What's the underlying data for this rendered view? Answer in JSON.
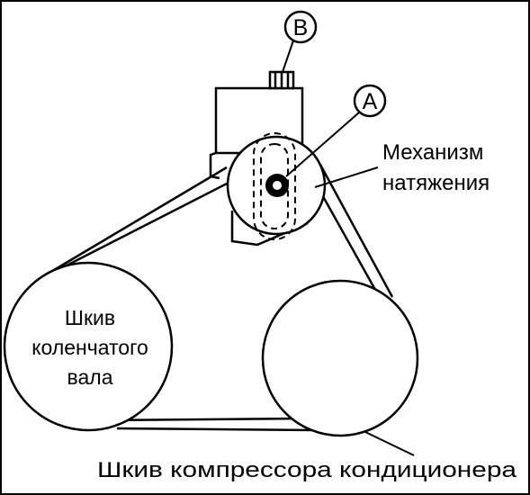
{
  "labels": {
    "marker_b": "B",
    "marker_a": "A",
    "tensioner_line1": "Механизм",
    "tensioner_line2": "натяжения",
    "crank_line1": "Шкив",
    "crank_line2": "коленчатого",
    "crank_line3": "вала",
    "compressor": "Шкив компрессора кондиционера"
  },
  "colors": {
    "ink": "#000000",
    "paper": "#ffffff"
  }
}
